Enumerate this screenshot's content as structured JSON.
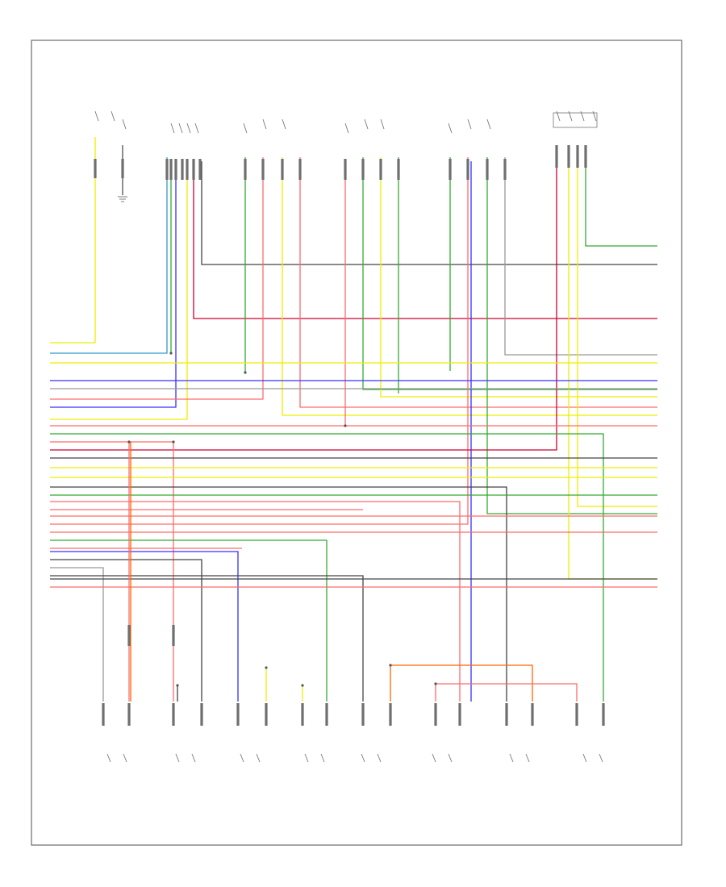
{
  "diagram": {
    "figure_code": "",
    "colors": {
      "frame": "#6b6b6b",
      "RED": "#ff6a6a",
      "BLU": "#3333ff",
      "LT_BLU": "#3399cc",
      "GRN": "#33aa33",
      "YEL": "#eeee00",
      "PPL": "#cc33cc",
      "ORN": "#ff6600",
      "GRY": "#999999",
      "BLK": "#444444",
      "VIO": "#7755cc",
      "WHT_BLK": "#777777",
      "DARK_RED": "#cc0033",
      "LT_GRN": "#66dd66"
    },
    "components": [
      {
        "id": "c1",
        "label": ""
      },
      {
        "id": "c2",
        "label": ""
      },
      {
        "id": "c3",
        "label": ""
      },
      {
        "id": "c4",
        "label": ""
      },
      {
        "id": "c5",
        "label": ""
      },
      {
        "id": "c6",
        "label": ""
      }
    ],
    "ground_label": "",
    "bottom_components": [
      {
        "id": "b1",
        "code": "",
        "label": ""
      },
      {
        "id": "b2",
        "code": "",
        "label": ""
      },
      {
        "id": "b3",
        "code": "",
        "label": ""
      },
      {
        "id": "b4",
        "code": "",
        "label": ""
      },
      {
        "id": "b5",
        "code": "",
        "label": ""
      },
      {
        "id": "b6",
        "code": "",
        "label": ""
      },
      {
        "id": "b7",
        "code": "",
        "label": ""
      },
      {
        "id": "b8",
        "code": "",
        "label": ""
      }
    ]
  }
}
